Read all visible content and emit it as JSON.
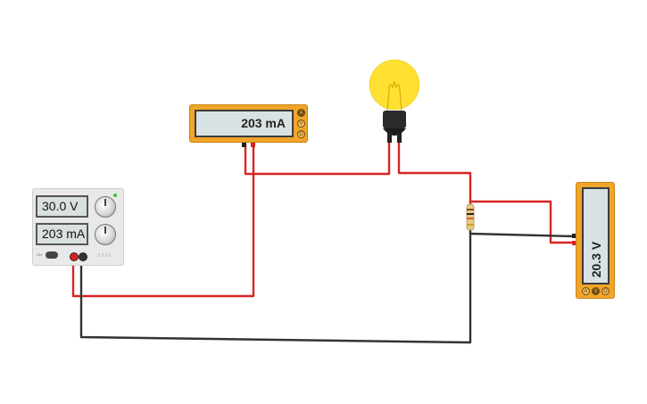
{
  "power_supply": {
    "voltage_display": "30.0 V",
    "current_display": "203 mA",
    "switch_label": "ON"
  },
  "ammeter": {
    "reading": "203 mA",
    "mode_buttons": [
      "A",
      "V",
      "Ω"
    ],
    "active_mode": "A"
  },
  "voltmeter": {
    "reading": "20.3 V",
    "mode_buttons": [
      "A",
      "V",
      "Ω"
    ],
    "active_mode": "V"
  },
  "colors": {
    "positive_wire": "#d92323",
    "negative_wire": "#333333",
    "meter_body": "#f0a52a",
    "bulb_glow": "#ffe033"
  }
}
